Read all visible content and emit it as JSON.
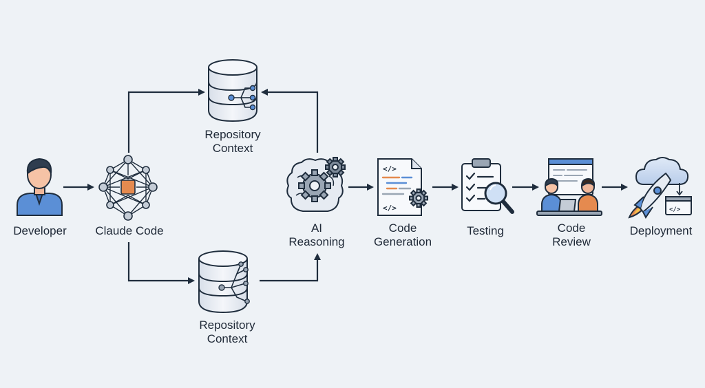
{
  "diagram": {
    "nodes": {
      "developer": {
        "label_lines": [
          "Developer"
        ]
      },
      "claude_code": {
        "label_lines": [
          "Claude Code"
        ]
      },
      "repository_context_top": {
        "label_lines": [
          "Repository",
          "Context"
        ]
      },
      "repository_context_bottom": {
        "label_lines": [
          "Repository",
          "Context"
        ]
      },
      "ai_reasoning": {
        "label_lines": [
          "AI",
          "Reasoning"
        ]
      },
      "code_generation": {
        "label_lines": [
          "Code",
          "Generation"
        ]
      },
      "testing": {
        "label_lines": [
          "Testing"
        ]
      },
      "code_review": {
        "label_lines": [
          "Code",
          "Review"
        ]
      },
      "deployment": {
        "label_lines": [
          "Deployment"
        ]
      }
    },
    "edges": [
      {
        "from": "developer",
        "to": "claude_code"
      },
      {
        "from": "claude_code",
        "to": "repository_context_top"
      },
      {
        "from": "claude_code",
        "to": "repository_context_bottom"
      },
      {
        "from": "repository_context_bottom",
        "to": "ai_reasoning"
      },
      {
        "from": "ai_reasoning",
        "to": "repository_context_top"
      },
      {
        "from": "ai_reasoning",
        "to": "code_generation"
      },
      {
        "from": "code_generation",
        "to": "testing"
      },
      {
        "from": "testing",
        "to": "code_review"
      },
      {
        "from": "code_review",
        "to": "deployment"
      }
    ],
    "colors": {
      "background": "#eef2f6",
      "stroke": "#1f2d3d",
      "accent_blue": "#5b8fd6",
      "accent_orange": "#e58a4f",
      "icon_fill": "#e6ebf2",
      "icon_gray": "#9aa6b4"
    },
    "icons": [
      "person-icon",
      "neural-network-icon",
      "database-icon",
      "brain-gears-icon",
      "code-file-icon",
      "checklist-magnifier-icon",
      "people-review-icon",
      "rocket-cloud-icon"
    ]
  }
}
